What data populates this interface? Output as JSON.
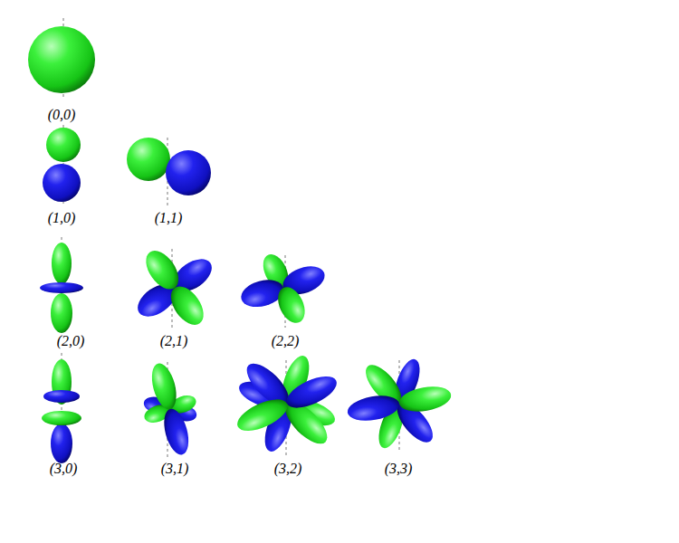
{
  "diagram": {
    "labels": [
      "(0,0)",
      "(1,0)",
      "(1,1)",
      "(2,0)",
      "(2,1)",
      "(2,2)",
      "(3,0)",
      "(3,1)",
      "(3,2)",
      "(3,3)"
    ]
  }
}
